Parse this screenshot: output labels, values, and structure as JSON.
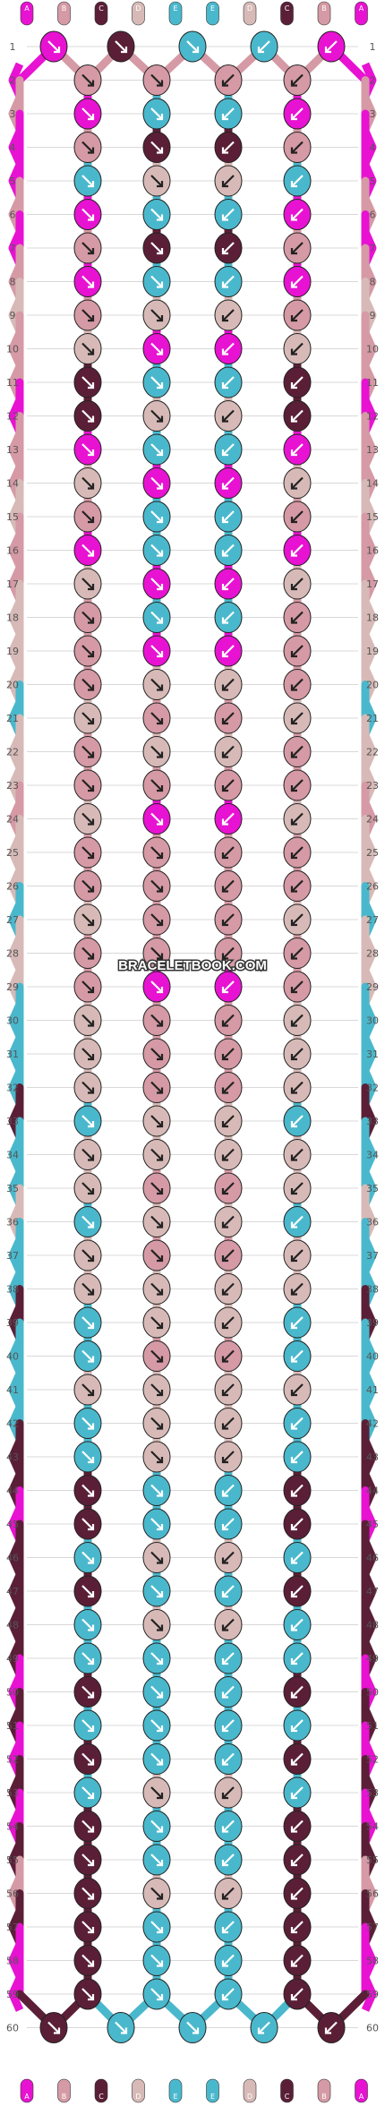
{
  "watermark": "BRACELETBOOK.COM",
  "colors": {
    "A": "#e812d2",
    "B": "#d59aa5",
    "C": "#5a1f36",
    "D": "#d7bab7",
    "E": "#4ab8cc"
  },
  "column_letters": [
    "A",
    "B",
    "C",
    "D",
    "E",
    "E",
    "D",
    "C",
    "B",
    "A"
  ],
  "rows": [
    "1",
    "2",
    "3",
    "4",
    "5",
    "6",
    "7",
    "8",
    "9",
    "10",
    "11",
    "12",
    "13",
    "14",
    "15",
    "16",
    "17",
    "18",
    "19",
    "20",
    "21",
    "22",
    "23",
    "24",
    "25",
    "26",
    "27",
    "28",
    "29",
    "30",
    "31",
    "32",
    "33",
    "34",
    "35",
    "36",
    "37",
    "38",
    "39",
    "40",
    "41",
    "42",
    "43",
    "44",
    "45",
    "46",
    "47",
    "48",
    "49",
    "50",
    "51",
    "52",
    "53",
    "54",
    "55",
    "56",
    "57",
    "58",
    "59",
    "60"
  ],
  "knot_colors": [
    "ACEEA",
    "ABBBBA",
    "BAEEAB",
    "ABCCBA",
    "AEDDEA",
    "BAEEAB",
    "ABCCBA",
    "BAEEAB",
    "DBDDBD",
    "BDAADB",
    "BCEECB",
    "ACDDCA",
    "BAEEAB",
    "BDAADB",
    "DBEEBD",
    "BAEEAB",
    "BDAADB",
    "DBEEBD",
    "DBAABD",
    "DBDDBD",
    "EDBBDE",
    "DBDDBD",
    "DBBBBD",
    "BDAADB",
    "DBBBBD",
    "DBBBBD",
    "EDBBDE",
    "DBBBBD",
    "DBAABD",
    "EDBBDE",
    "EDBBDE",
    "EDBBDE",
    "CEDDEC",
    "EDDDDE",
    "EDBBDE",
    "DEDDED",
    "EDBBDE",
    "EDDDDE",
    "CEDDEC",
    "EEBBEE",
    "EDDDDE",
    "EEDDEE",
    "CEDDEC",
    "CCEECC",
    "ACEECA",
    "CEDDEC",
    "CCEECC",
    "CEDDEC",
    "CEEEEC",
    "ACEECA",
    "CEEEEC",
    "ACEECA",
    "CEDDEC",
    "ACEECA",
    "CCEECC",
    "BCDDCB",
    "CCEECC",
    "ACEECA",
    "ACEECA",
    "CEEEC"
  ],
  "arrow_pattern": "mirrored-diagonal"
}
